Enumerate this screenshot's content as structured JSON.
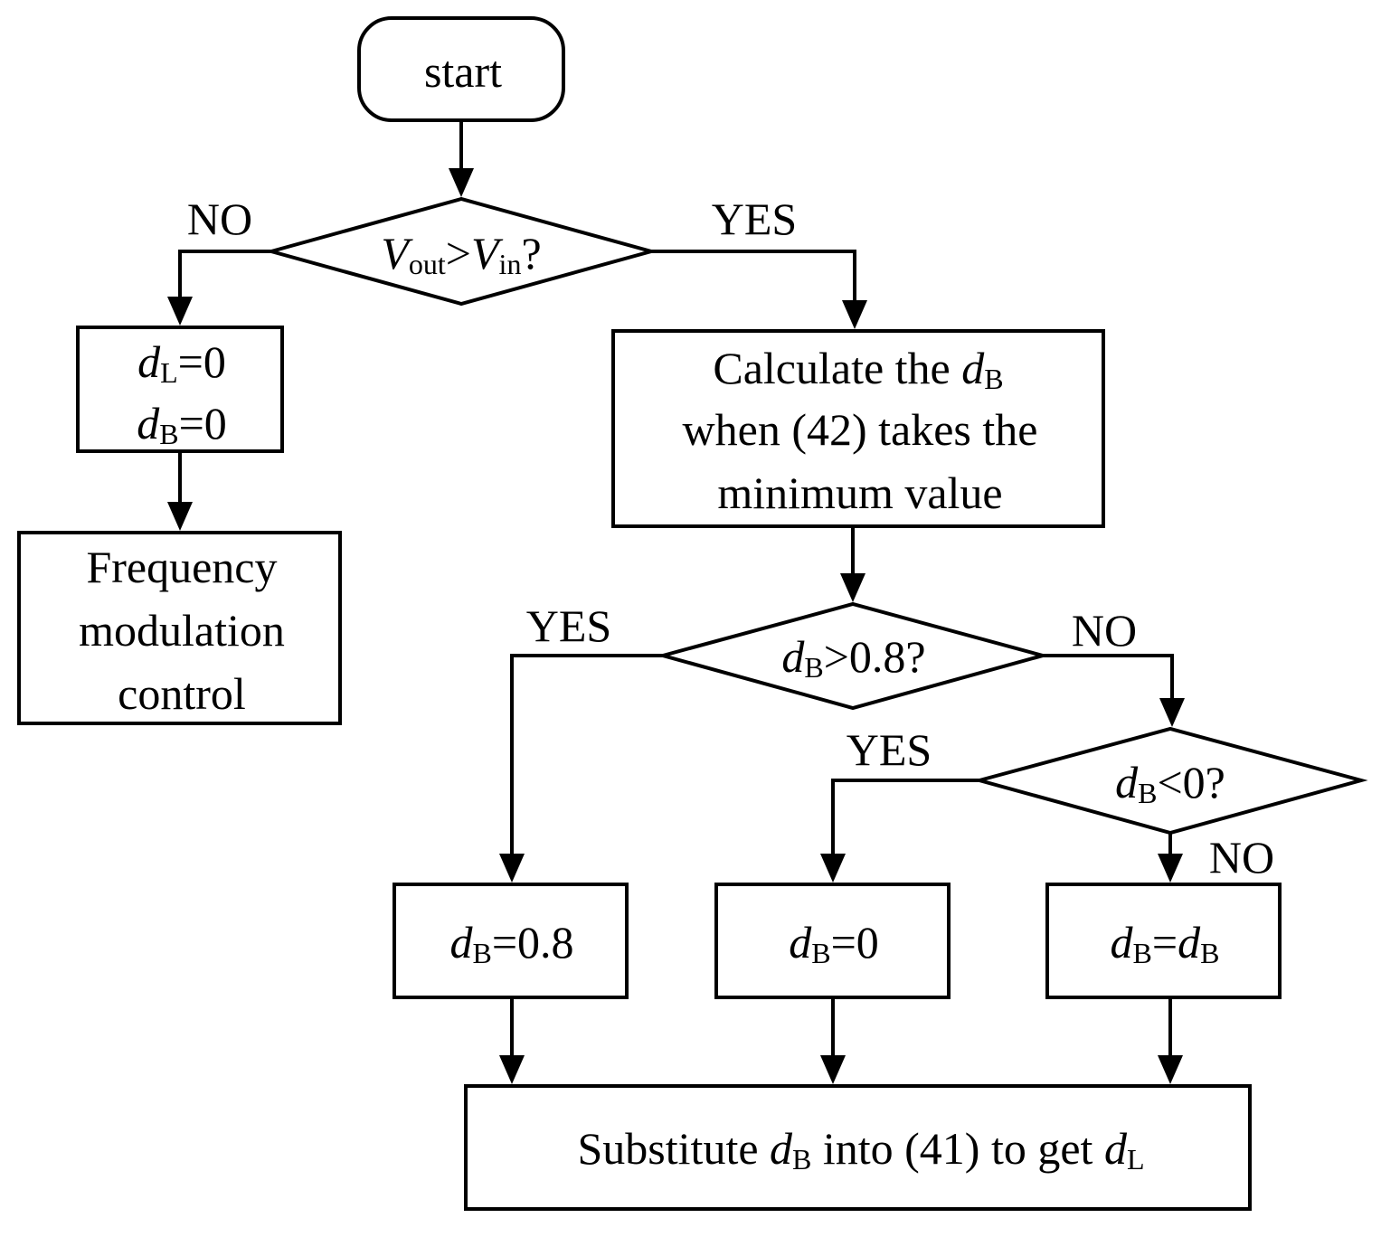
{
  "nodes": {
    "start": {
      "label": "start"
    },
    "cond_vout": {
      "v1": "V",
      "s1": "out",
      "op": ">",
      "v2": "V",
      "s2": "in",
      "q": "?"
    },
    "zero_box": {
      "line1": {
        "v": "d",
        "s": "L",
        "rest": "=0"
      },
      "line2": {
        "v": "d",
        "s": "B",
        "rest": "=0"
      }
    },
    "freq_box": {
      "line1": "Frequency",
      "line2": "modulation",
      "line3": "control"
    },
    "calc_box": {
      "line1_pre": "Calculate the ",
      "line1_v": "d",
      "line1_s": "B",
      "line2": "when (42) takes the",
      "line3": "minimum value"
    },
    "cond_08": {
      "v": "d",
      "s": "B",
      "rest": ">0.8?"
    },
    "cond_0": {
      "v": "d",
      "s": "B",
      "rest": "<0?"
    },
    "box_08": {
      "v": "d",
      "s": "B",
      "rest": "=0.8"
    },
    "box_0": {
      "v": "d",
      "s": "B",
      "rest": "=0"
    },
    "box_db": {
      "v": "d",
      "s": "B",
      "eq": "=",
      "v2": "d",
      "s2": "B"
    },
    "subst_box": {
      "pre": "Substitute ",
      "v": "d",
      "s": "B",
      "mid": " into (41) to get ",
      "v2": "d",
      "s2": "L"
    }
  },
  "edges": {
    "vout_no": "NO",
    "vout_yes": "YES",
    "c08_yes": "YES",
    "c08_no": "NO",
    "c0_yes": "YES",
    "c0_no": "NO"
  }
}
